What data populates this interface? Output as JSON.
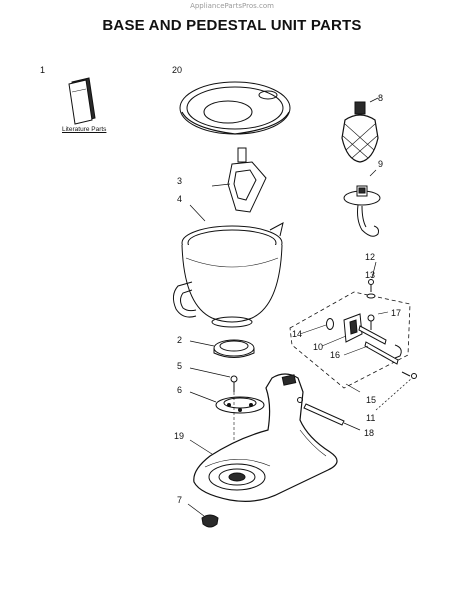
{
  "watermark": "AppliancePartsPros.com",
  "title": "BASE AND PEDESTAL UNIT PARTS",
  "literature_label": "Literature Parts",
  "callouts": {
    "c1": "1",
    "c2": "2",
    "c3": "3",
    "c4": "4",
    "c5": "5",
    "c6": "6",
    "c7": "7",
    "c8": "8",
    "c9": "9",
    "c10": "10",
    "c11": "11",
    "c12": "12",
    "c13": "13",
    "c14": "14",
    "c15": "15",
    "c16": "16",
    "c17": "17",
    "c18": "18",
    "c19": "19",
    "c20": "20"
  }
}
